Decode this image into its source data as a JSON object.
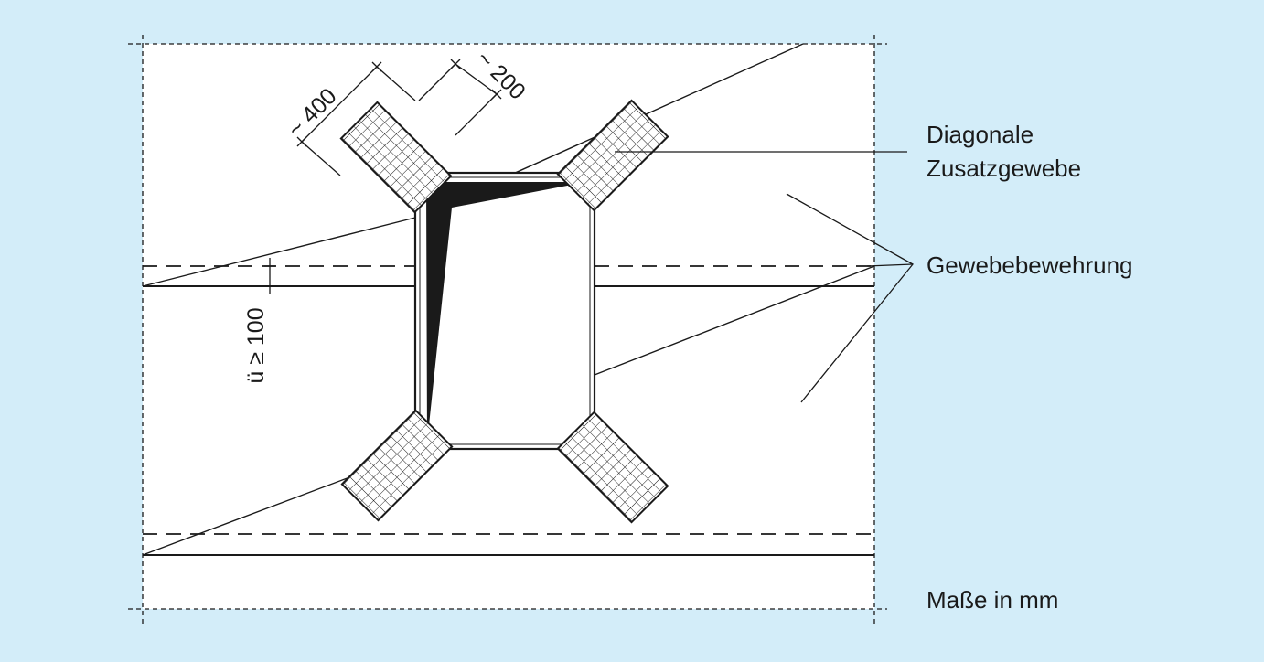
{
  "labels": {
    "diagonal_line1": "Diagonale",
    "diagonal_line2": "Zusatzgewebe",
    "mesh": "Gewebebewehrung",
    "units": "Maße in mm"
  },
  "dimensions": {
    "length": "~ 400",
    "width": "~ 200",
    "overlap": "ü ≥ 100"
  },
  "colors": {
    "background": "#d3edf9",
    "panel": "#ffffff",
    "ink": "#1a1a1a"
  }
}
